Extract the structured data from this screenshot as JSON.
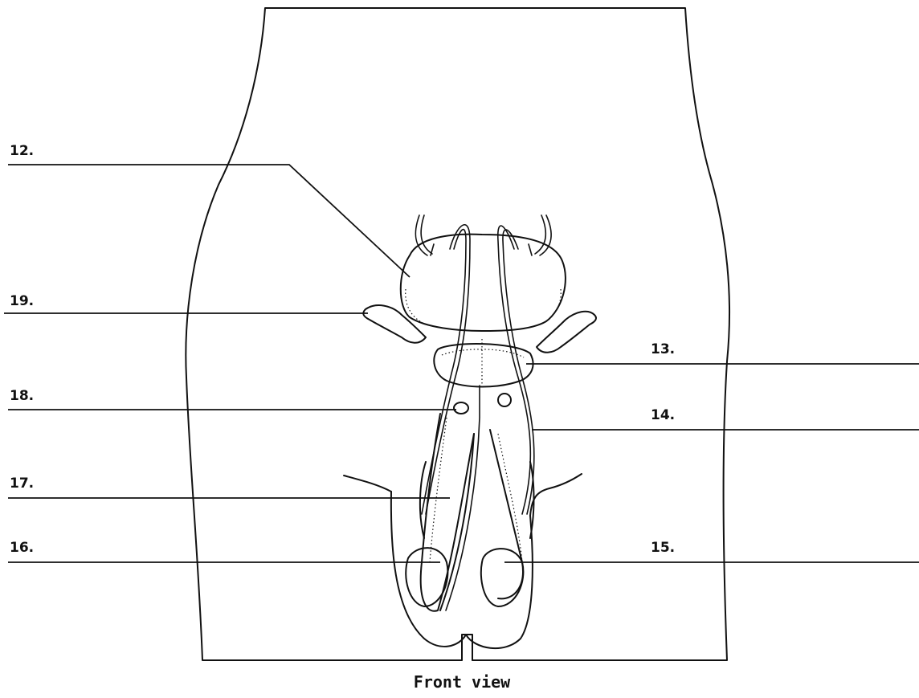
{
  "diagram": {
    "caption": "Front view",
    "labels": {
      "l12": "12.",
      "l13": "13.",
      "l14": "14.",
      "l15": "15.",
      "l16": "16.",
      "l17": "17.",
      "l18": "18.",
      "l19": "19."
    }
  }
}
